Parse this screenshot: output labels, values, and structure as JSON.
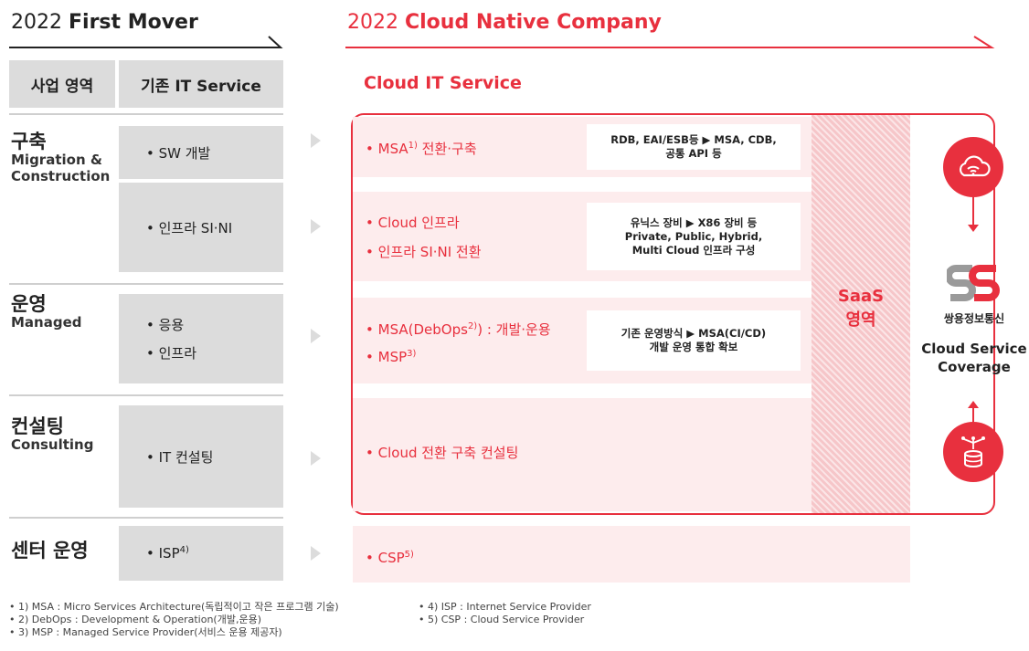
{
  "header": {
    "left_year": "2022",
    "left_title": "First Mover",
    "right_year": "2022",
    "right_title": "Cloud Native Company"
  },
  "table_headers": {
    "business_area": "사업 영역",
    "existing_it": "기존 IT Service",
    "cloud_it": "Cloud IT Service"
  },
  "sections": [
    {
      "title": "구축",
      "subtitle_lines": [
        "Migration &",
        "Construction"
      ],
      "services": [
        {
          "items": [
            "SW 개발"
          ]
        },
        {
          "items": [
            "인프라 SI·NI"
          ]
        }
      ]
    },
    {
      "title": "운영",
      "subtitle_lines": [
        "Managed"
      ],
      "services": [
        {
          "items": [
            "응용",
            "인프라"
          ]
        }
      ]
    },
    {
      "title": "컨설팅",
      "subtitle_lines": [
        "Consulting"
      ],
      "services": [
        {
          "items": [
            "IT 컨설팅"
          ]
        }
      ]
    },
    {
      "title": "센터 운영",
      "subtitle_lines": [],
      "services": [
        {
          "items": [
            "ISP"
          ],
          "sup": "4)"
        }
      ]
    }
  ],
  "cloud_rows": [
    {
      "items": [
        {
          "text": "MSA",
          "sup": "1)",
          "after": " 전환·구축"
        }
      ],
      "detail": [
        "RDB, EAI/ESB등 ▶ MSA, CDB,",
        "공통 API 등"
      ]
    },
    {
      "items": [
        {
          "text": "Cloud 인프라"
        },
        {
          "text": "인프라 SI·NI 전환"
        }
      ],
      "detail": [
        "유닉스 장비 ▶ X86 장비 등",
        "Private, Public, Hybrid,",
        "Multi Cloud 인프라 구성"
      ]
    },
    {
      "items": [
        {
          "text": "MSA(DebOps",
          "sup": "2)",
          "after": ") : 개발·운용"
        },
        {
          "text": "MSP",
          "sup": "3)"
        }
      ],
      "detail": [
        "기존 운영방식 ▶ MSA(CI/CD)",
        "개발 운영 통합 확보"
      ]
    },
    {
      "items": [
        {
          "text": "Cloud 전환 구축 컨설팅"
        }
      ],
      "detail": []
    },
    {
      "items": [
        {
          "text": "CSP",
          "sup": "5)"
        }
      ],
      "detail": []
    }
  ],
  "saas": {
    "line1": "SaaS",
    "line2": "영역"
  },
  "right_panel": {
    "company_name": "쌍용정보통신",
    "coverage_line1": "Cloud Service",
    "coverage_line2": "Coverage",
    "top_icon": "cloud-wifi-icon",
    "bottom_icon": "database-network-icon"
  },
  "footnotes_left": [
    "• 1) MSA : Micro Services Architecture(독립적이고 작은 프로그램 기술)",
    "• 2) DebOps : Development & Operation(개발,운용)",
    "• 3) MSP : Managed Service Provider(서비스 운용 제공자)"
  ],
  "footnotes_right": [
    "• 4) ISP : Internet Service Provider",
    "• 5) CSP : Cloud Service Provider"
  ],
  "colors": {
    "accent": "#e8303e",
    "band": "#fdeced",
    "gray_box": "#dcdcdc",
    "saas_fill": "#f6c6c9"
  }
}
